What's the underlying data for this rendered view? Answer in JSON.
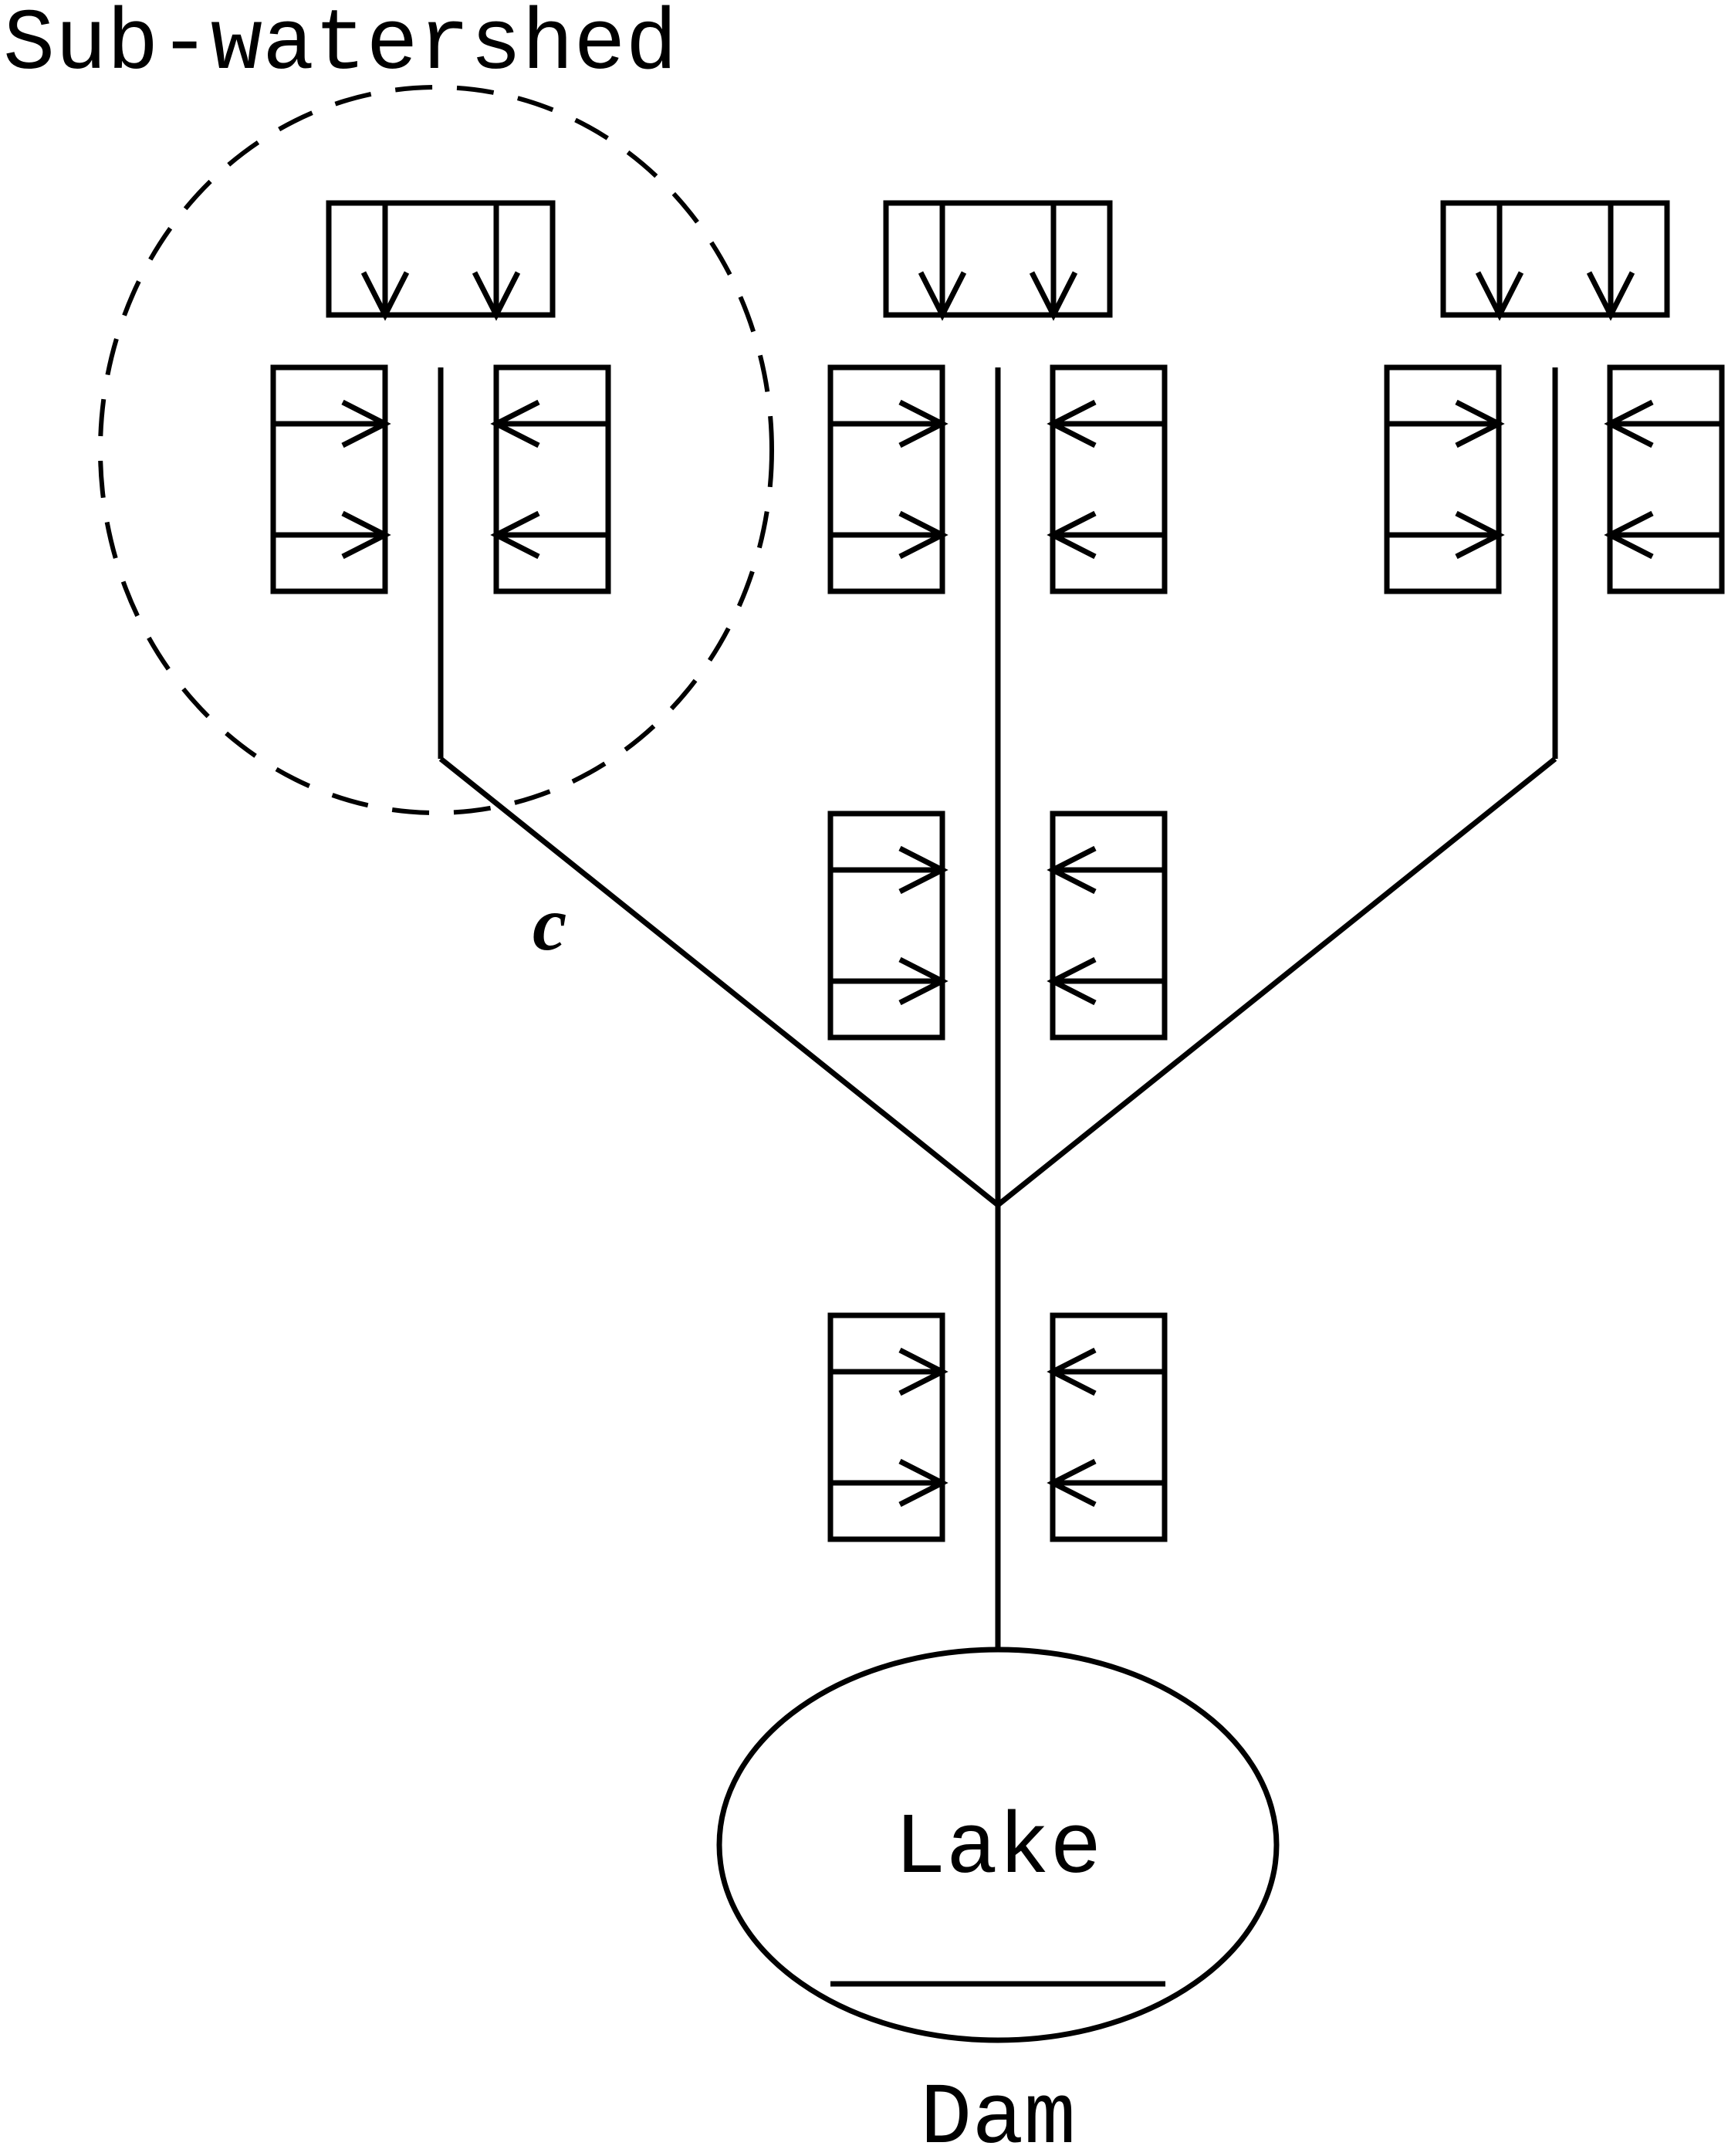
{
  "labels": {
    "sub_watershed": "Sub-watershed",
    "channel": "c",
    "lake": "Lake",
    "dam": "Dam"
  },
  "colors": {
    "ink": "#000000",
    "background": "#ffffff"
  }
}
